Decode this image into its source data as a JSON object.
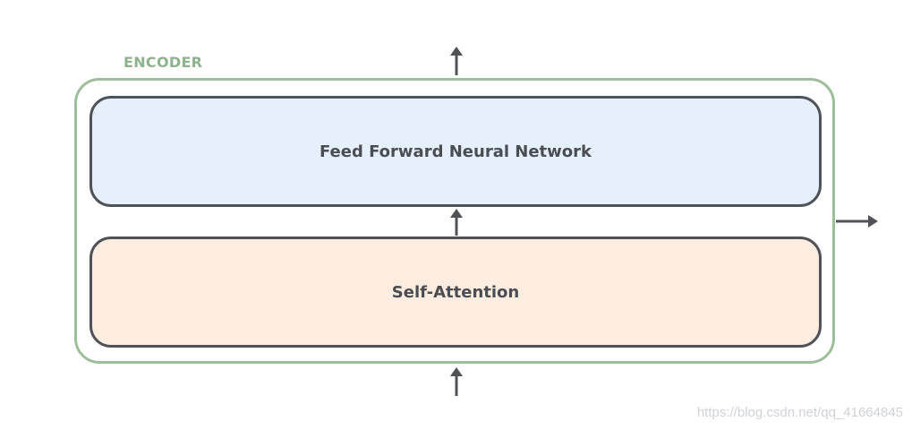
{
  "encoder": {
    "label": "ENCODER",
    "border_color": "#9dbe9a",
    "label_color": "#8db38c"
  },
  "layers": {
    "feed_forward": {
      "label": "Feed Forward Neural Network",
      "fill_color": "#e5f0fc"
    },
    "self_attention": {
      "label": "Self-Attention",
      "fill_color": "#fcede0"
    }
  },
  "arrows": {
    "color": "#4f5358",
    "items": [
      "input-arrow-up",
      "between-layers-arrow-up",
      "output-arrow-up",
      "side-output-arrow-right"
    ]
  },
  "watermark": {
    "text": "https://blog.csdn.net/qq_41664845"
  }
}
